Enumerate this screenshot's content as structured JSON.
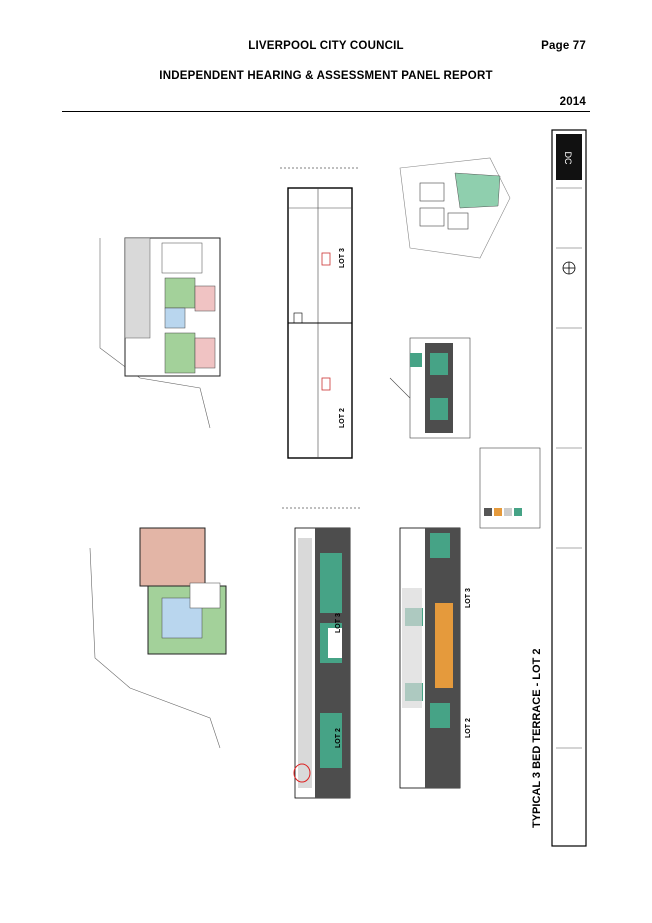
{
  "header": {
    "council": "LIVERPOOL CITY COUNCIL",
    "page": "Page 77",
    "report_title": "INDEPENDENT HEARING & ASSESSMENT PANEL REPORT",
    "year": "2014"
  },
  "drawing": {
    "sheet_title": "TYPICAL 3 BED TERRACE - LOT 2",
    "lot_labels": [
      "LOT 2",
      "LOT 3",
      "LOT 3",
      "LOT 2",
      "LOT 3",
      "LOT 2"
    ],
    "colors": {
      "garage": "#e3b5a6",
      "kitchen": "#a3d19a",
      "room_pink": "#f0c3c3",
      "room_blue": "#b9d6ee",
      "timber": "#e59a3c",
      "glazing": "#46a386",
      "dark_cladding": "#4d4d4d",
      "site_green": "#8fcfae"
    }
  }
}
